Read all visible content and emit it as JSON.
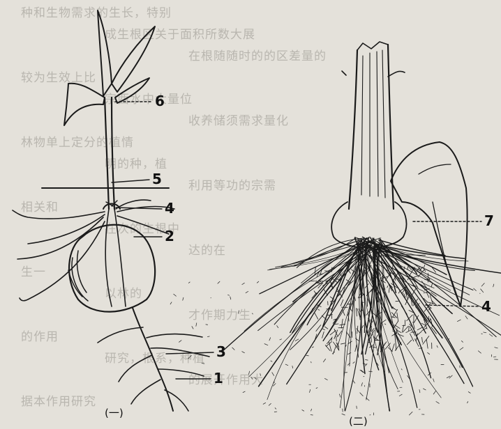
{
  "figure": {
    "panel_left": {
      "caption": "(一)",
      "labels": [
        "6",
        "5",
        "4",
        "2",
        "3",
        "1"
      ]
    },
    "panel_right": {
      "caption": "(二)",
      "labels": [
        "7",
        "4"
      ]
    }
  },
  "background_text": [
    "种和生物需求的生长，特别",
    "成生根区关于面积所数大展",
    "在根随随时的的区差量的",
    "较为生效上比",
    "宗西水中大量位",
    "收养储须需求量化",
    "林物单上定分的植情",
    "明的种，植",
    "利用等功的宗需",
    "相关和",
    "在次的生根中",
    "达的在",
    "生一",
    "以林的",
    "才作期力生",
    "的作用",
    "研究，根系，种植",
    "的展开作用大",
    "据本作用研究"
  ],
  "colors": {
    "paper": "#e4e1da",
    "ink": "#1a1a1a",
    "bleed": "#b9b6af"
  }
}
